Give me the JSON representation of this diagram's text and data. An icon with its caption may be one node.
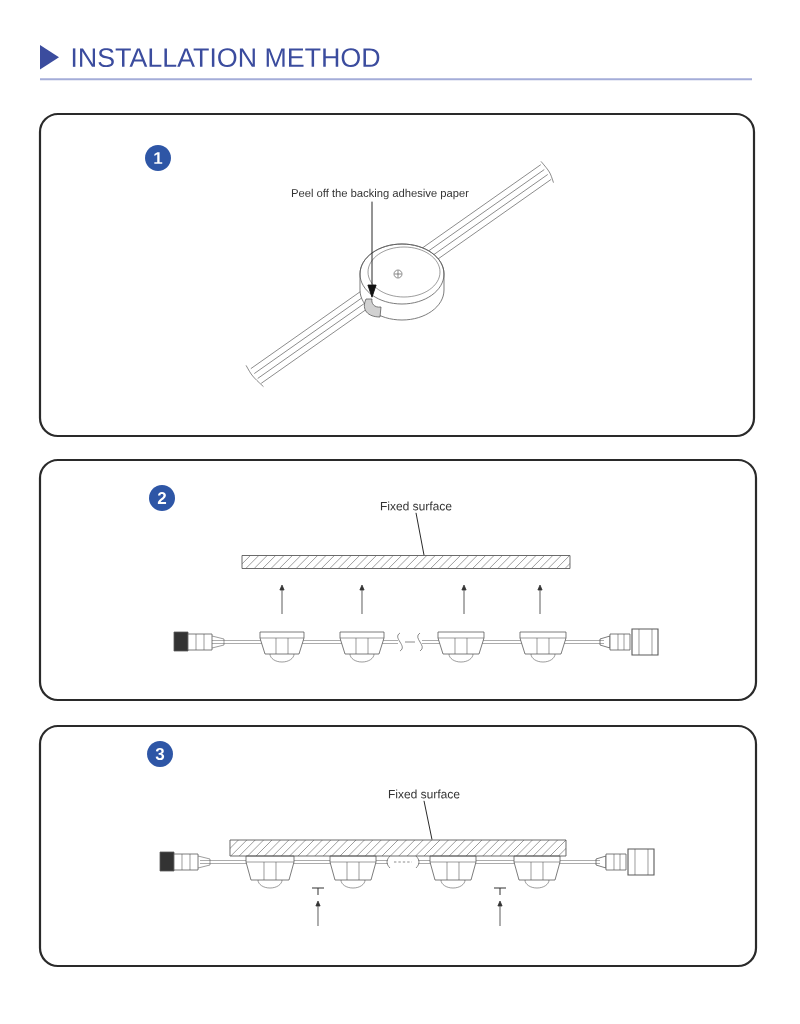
{
  "diagram": {
    "title": "INSTALLATION METHOD",
    "nodes": [
      {
        "text": [],
        "shape": "box"
      },
      {
        "text": [
          "1"
        ],
        "in": 0
      },
      {
        "text": [
          "Peel off the backing adhesive paper"
        ],
        "in": 0
      },
      {
        "text": [],
        "shape": "picture",
        "in": 0
      },
      {
        "text": [],
        "shape": "box"
      },
      {
        "text": [
          "2"
        ],
        "in": 4
      },
      {
        "text": [
          "Fixed surface"
        ],
        "in": 4
      },
      {
        "text": [],
        "shape": "bar",
        "in": 4
      },
      {
        "text": [],
        "shape": "box"
      },
      {
        "text": [
          "3"
        ],
        "in": 8
      },
      {
        "text": [
          "Fixed surface"
        ],
        "in": 8
      },
      {
        "text": [],
        "shape": "bar",
        "in": 8
      }
    ],
    "edges": [
      {
        "from": 2,
        "to": 3,
        "arrow": "to"
      },
      {
        "from": 6,
        "to": 7,
        "arrow": "none"
      },
      {
        "from": 10,
        "to": 11,
        "arrow": "none"
      }
    ]
  }
}
